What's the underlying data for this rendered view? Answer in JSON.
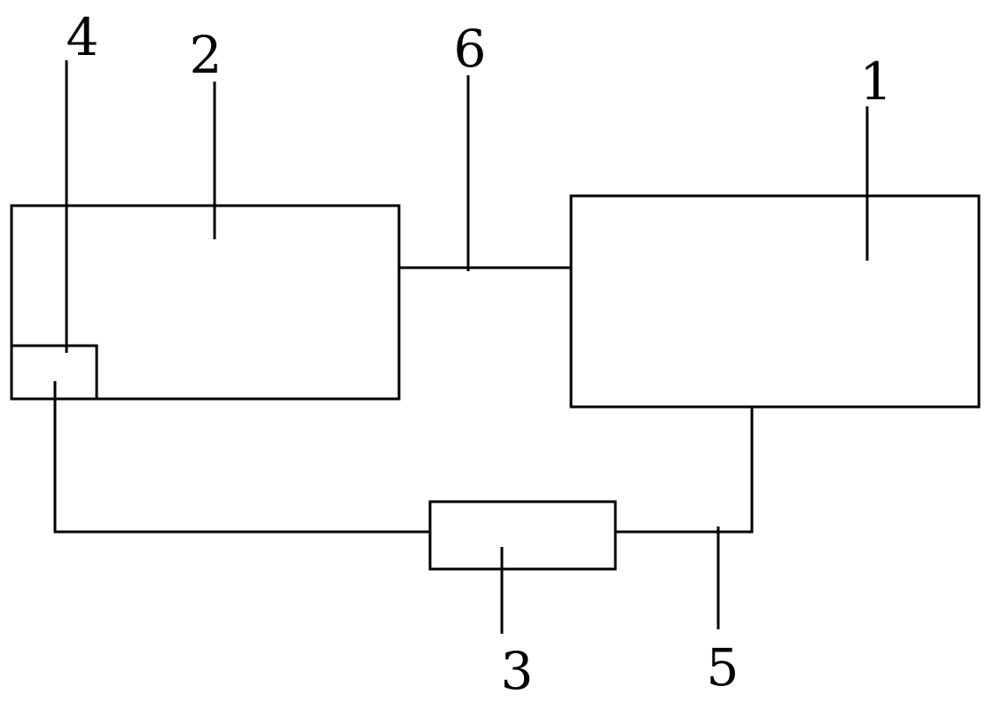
{
  "diagram": {
    "labels": {
      "one": "1",
      "two": "2",
      "three": "3",
      "four": "4",
      "five": "5",
      "six": "6"
    }
  }
}
